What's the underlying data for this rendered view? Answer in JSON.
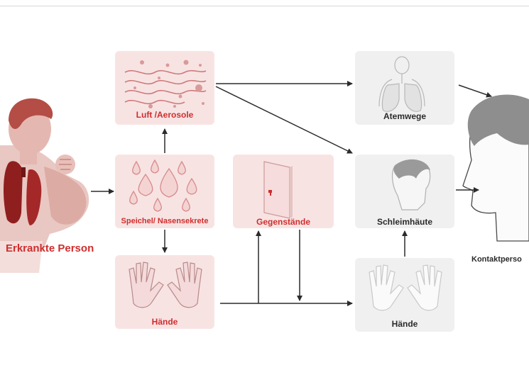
{
  "nodes": {
    "sick_person": "Erkrankte Person",
    "air": "Luft /Aerosole",
    "saliva": "Speichel/ Nasensekrete",
    "hands_left": "Hände",
    "objects": "Gegenstände",
    "airways": "Atemwege",
    "mucosa": "Schleimhäute",
    "hands_right": "Hände",
    "contact": "Kontaktperso"
  },
  "colors": {
    "red_box": "#f8e3e3",
    "gray_box": "#f0f0f0",
    "accent_red": "#cf2e2e",
    "arrow": "#2b2b2b"
  },
  "icons": {
    "sick_person": "coughing-person-icon",
    "air": "aerosol-waves-icon",
    "saliva": "droplets-icon",
    "hands_left": "hands-icon",
    "objects": "door-icon",
    "airways": "lungs-icon",
    "mucosa": "face-profile-icon",
    "hands_right": "hands-icon",
    "contact": "head-profile-icon"
  }
}
